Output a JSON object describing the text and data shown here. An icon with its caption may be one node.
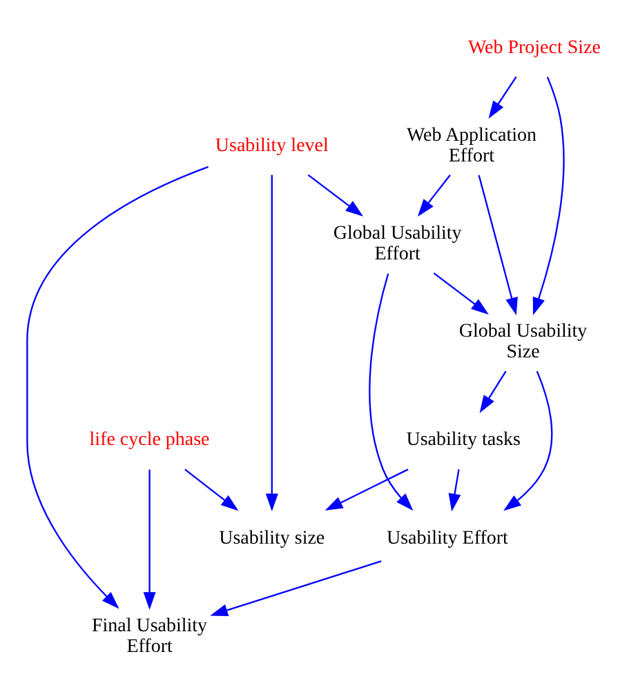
{
  "diagram": {
    "nodes": [
      {
        "text": [
          "Web Project Size"
        ]
      },
      {
        "text": [
          "Web Application Effort"
        ]
      },
      {
        "text": [
          "Global Usability Size"
        ]
      },
      {
        "text": [
          "Usability tasks"
        ]
      },
      {
        "text": [
          "Global Usability Effort"
        ]
      },
      {
        "text": [
          "Usability size"
        ]
      },
      {
        "text": [
          "Usability Effort"
        ]
      },
      {
        "text": [
          "Usability level"
        ]
      },
      {
        "text": [
          "life cycle phase"
        ]
      },
      {
        "text": [
          "Final Usability Effort"
        ]
      }
    ],
    "edges": [
      {
        "from": 0,
        "to": 1,
        "arrow": "to"
      },
      {
        "from": 0,
        "to": 2,
        "arrow": "to"
      },
      {
        "from": 1,
        "to": 2,
        "arrow": "to"
      },
      {
        "from": 1,
        "to": 4,
        "arrow": "to"
      },
      {
        "from": 4,
        "to": 2,
        "arrow": "to"
      },
      {
        "from": 2,
        "to": 3,
        "arrow": "to"
      },
      {
        "from": 2,
        "to": 6,
        "arrow": "to"
      },
      {
        "from": 3,
        "to": 5,
        "arrow": "to"
      },
      {
        "from": 3,
        "to": 6,
        "arrow": "to"
      },
      {
        "from": 4,
        "to": 6,
        "arrow": "to"
      },
      {
        "from": 7,
        "to": 4,
        "arrow": "to"
      },
      {
        "from": 7,
        "to": 5,
        "arrow": "to"
      },
      {
        "from": 7,
        "to": 9,
        "arrow": "to"
      },
      {
        "from": 6,
        "to": 9,
        "arrow": "to"
      },
      {
        "from": 8,
        "to": 9,
        "arrow": "to"
      },
      {
        "from": 8,
        "to": 5,
        "arrow": "to"
      }
    ]
  }
}
